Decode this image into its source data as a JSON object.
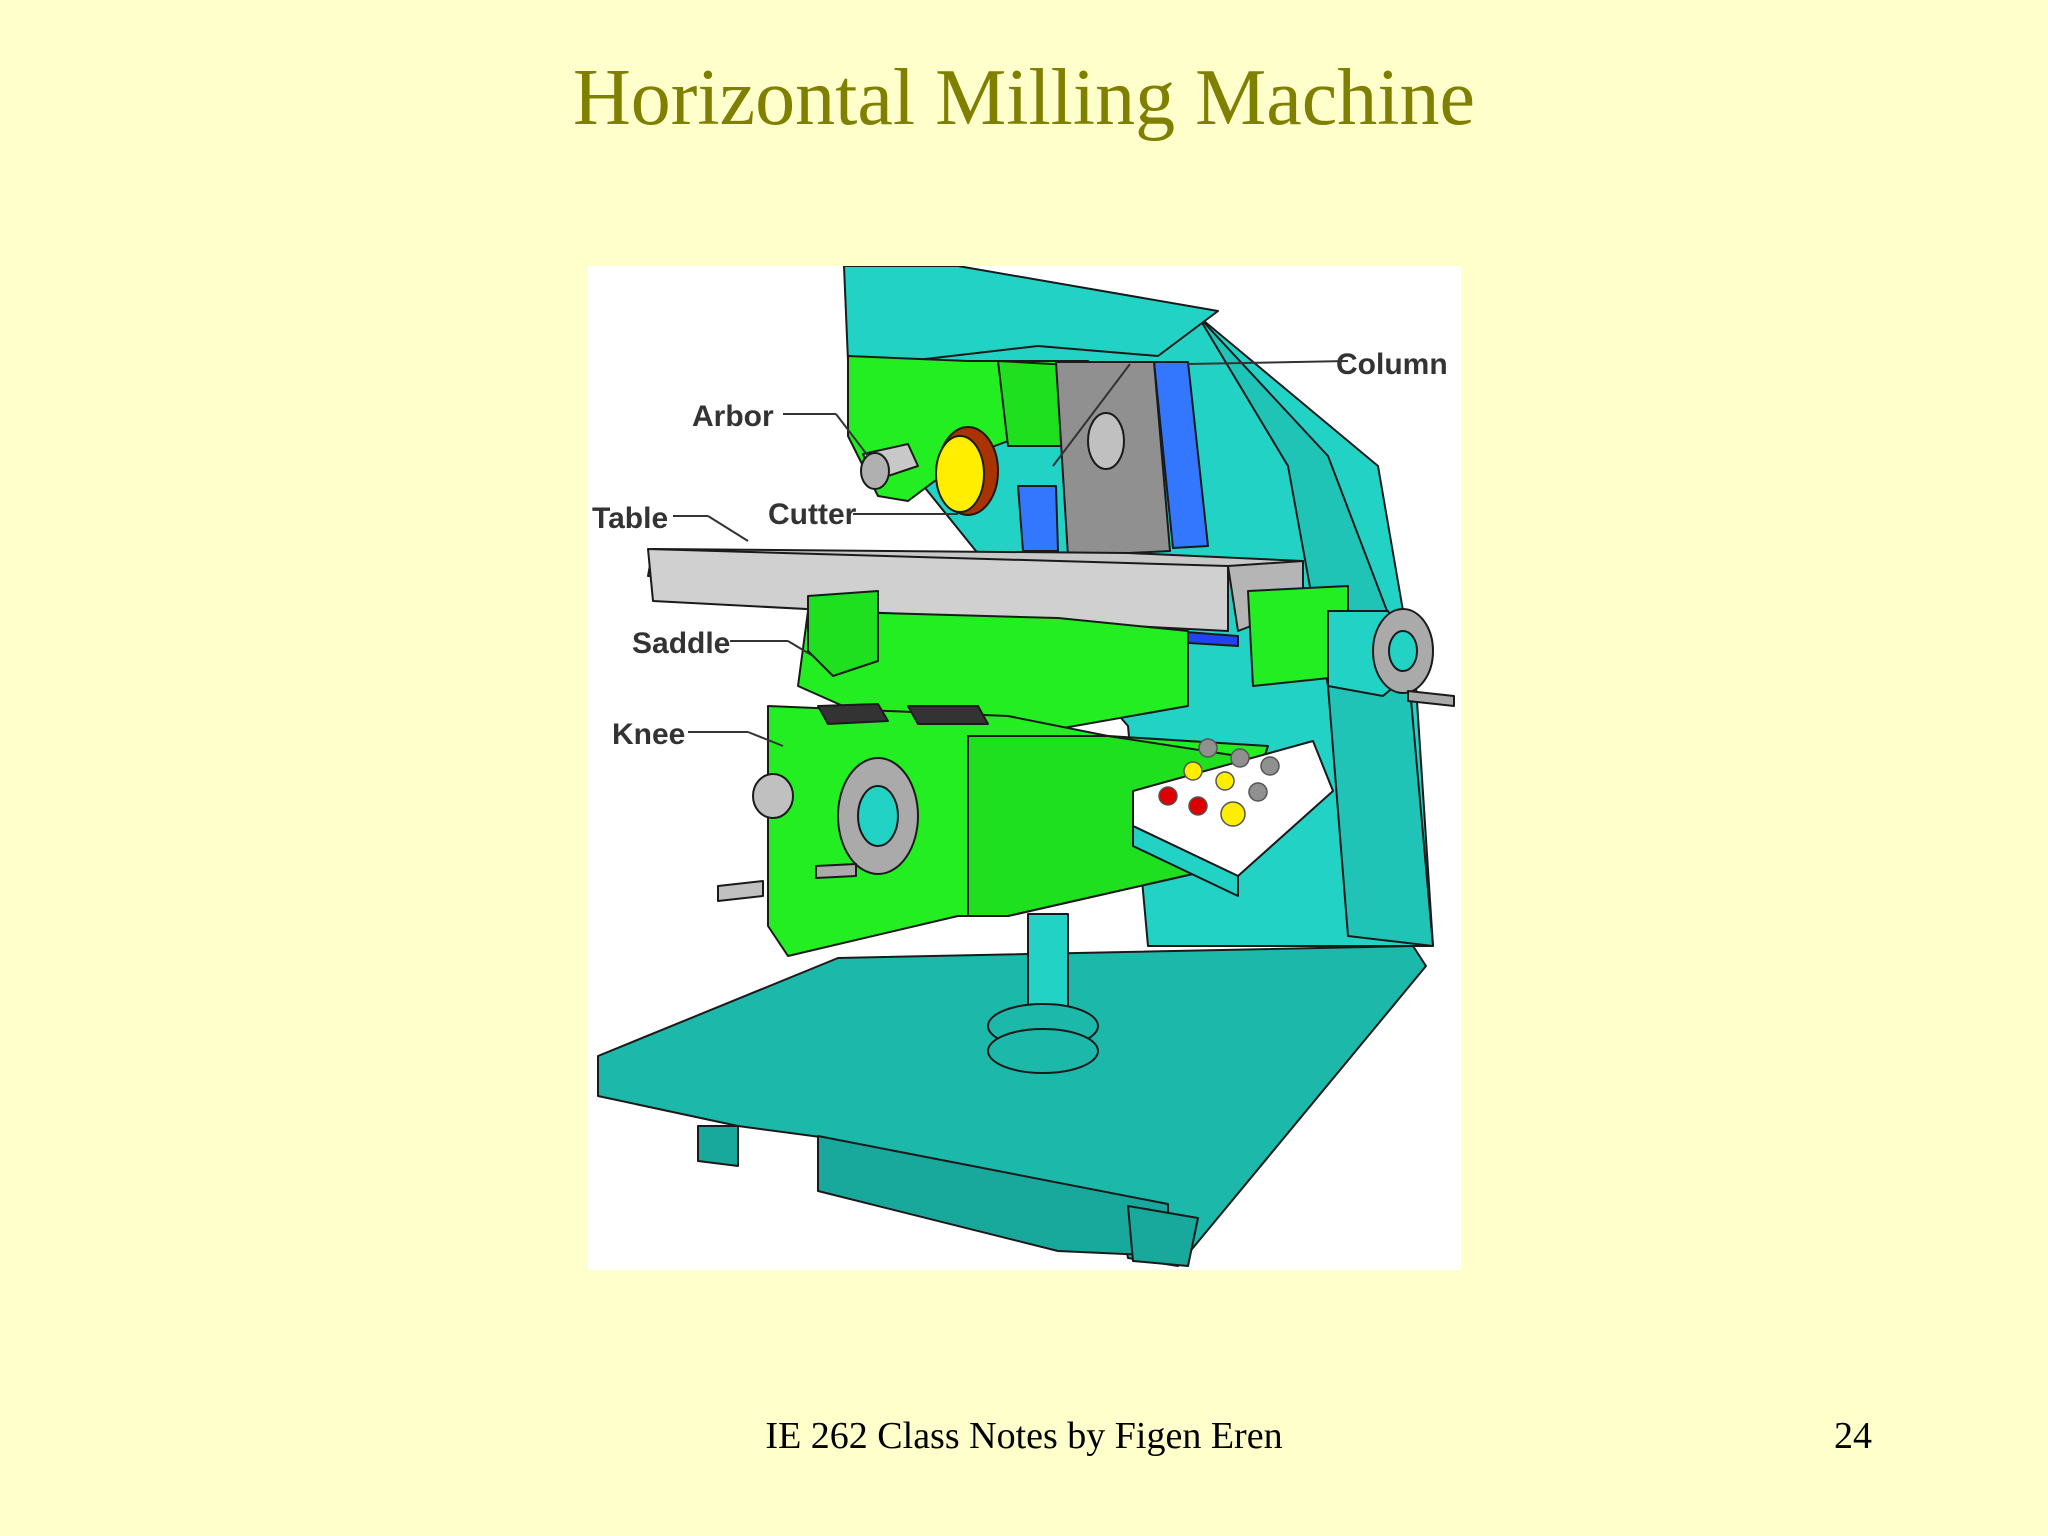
{
  "slide": {
    "title": "Horizontal Milling Machine",
    "footer": "IE 262 Class Notes by Figen Eren",
    "page_number": "24"
  },
  "diagram": {
    "labels": {
      "column": "Column",
      "arbor": "Arbor",
      "table": "Table",
      "cutter": "Cutter",
      "saddle": "Saddle",
      "knee": "Knee"
    },
    "colors": {
      "background": "#ffffcc",
      "title": "#7f7f00",
      "column_body": "#22d3c5",
      "knee_green": "#22ee22",
      "base_teal": "#1cb8aa",
      "table_gray": "#c8c8c8",
      "overarm_gray": "#909090",
      "way_blue": "#3377ff",
      "cutter_yellow": "#ffee00",
      "cutter_rim": "#aa3300",
      "button_red": "#dd0000",
      "button_yellow": "#ffee00",
      "button_gray": "#909090"
    }
  }
}
